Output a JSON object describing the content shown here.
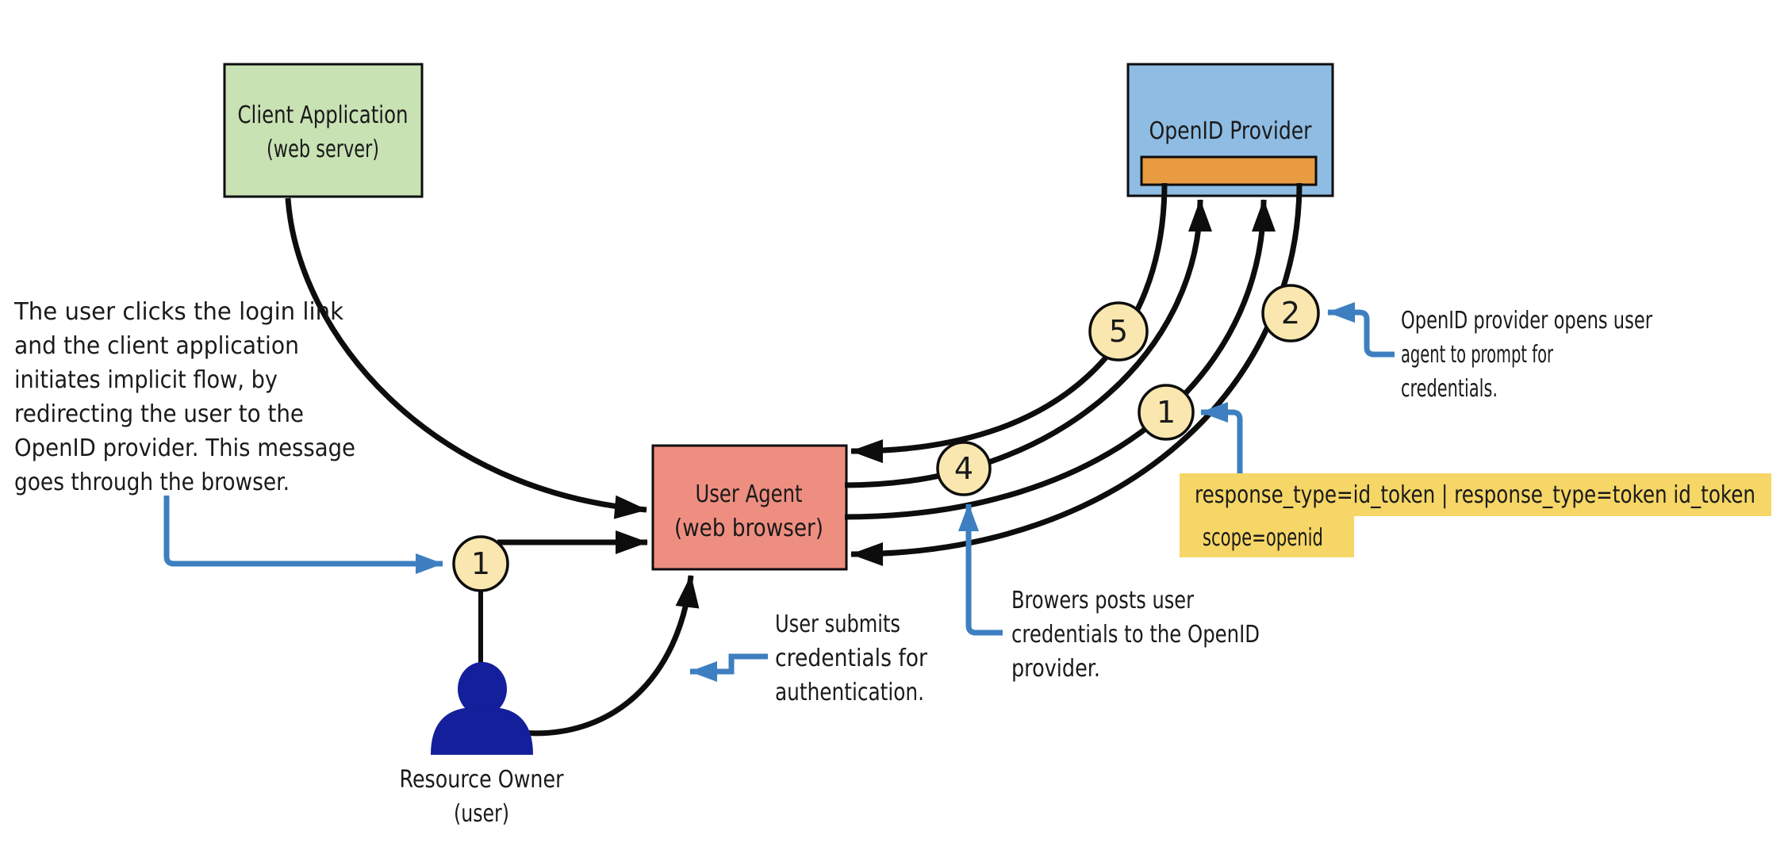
{
  "nodes": {
    "client_app": {
      "line1": "Client Application",
      "line2": "(web server)"
    },
    "openid_provider": {
      "label": "OpenID Provider"
    },
    "user_agent": {
      "line1": "User Agent",
      "line2": "(web browser)"
    },
    "resource_owner": {
      "line1": "Resource Owner",
      "line2": "(user)"
    }
  },
  "badges": {
    "step1_user": "1",
    "step5_response": "5",
    "step4_post": "4",
    "step1_redirect": "1",
    "step2_prompt": "2"
  },
  "annotations": {
    "login_click": {
      "lines": [
        "The user clicks the login link",
        "and the client application",
        "initiates implicit flow, by",
        "redirecting the user to the",
        "OpenID provider. This message",
        "goes through the browser."
      ]
    },
    "provider_prompt": {
      "lines": [
        "OpenID provider opens user",
        "agent to prompt for",
        "credentials."
      ]
    },
    "browser_posts": {
      "lines": [
        "Browers posts user",
        "credentials to the OpenID",
        "provider."
      ]
    },
    "user_submits": {
      "lines": [
        "User submits",
        "credentials for",
        "authentication."
      ]
    },
    "params": {
      "line1": "response_type=id_token | response_type=token id_token",
      "line2": "scope=openid"
    }
  },
  "colors": {
    "client_app_fill": "#c8e2b4",
    "provider_fill": "#8fbce2",
    "provider_bar_fill": "#e89b41",
    "user_agent_fill": "#ee8e80",
    "badge_fill": "#f9e7af",
    "highlight_fill": "#f5d666",
    "callout_blue": "#3d7fc0",
    "person_fill": "#141f9b",
    "line_black": "#0d0d0d"
  }
}
